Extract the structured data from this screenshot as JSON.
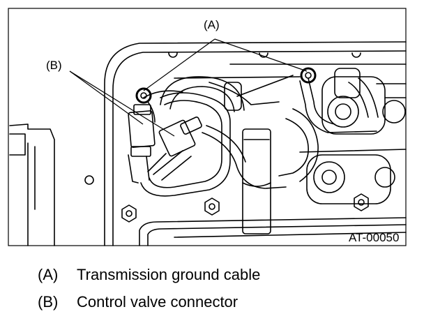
{
  "figure": {
    "id_label": "AT-00050",
    "callouts": {
      "a": "(A)",
      "b": "(B)"
    }
  },
  "legend": [
    {
      "tag": "(A)",
      "text": "Transmission ground cable"
    },
    {
      "tag": "(B)",
      "text": "Control valve connector"
    }
  ]
}
